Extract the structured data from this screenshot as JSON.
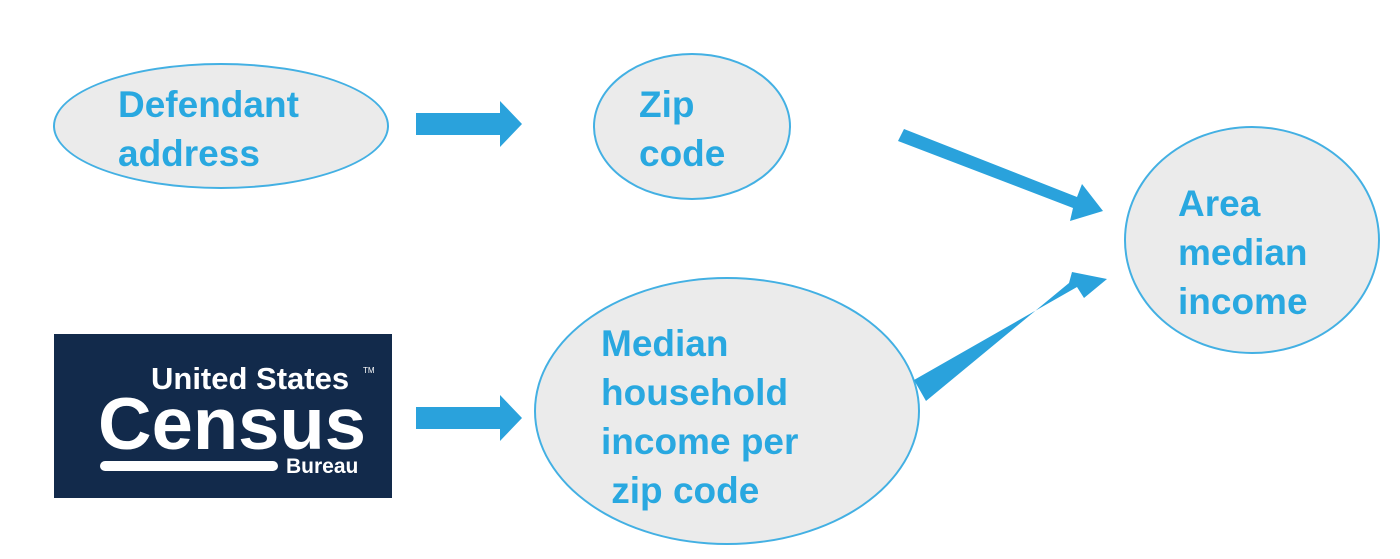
{
  "nodes": {
    "defendant_address": "Defendant\naddress",
    "zip_code": "Zip\ncode",
    "median_household_income": "Median\nhousehold\nincome per\n zip code",
    "area_median_income": "Area\nmedian\nincome"
  },
  "census_logo": {
    "line1": "United States",
    "line2": "Census",
    "line3": "Bureau",
    "tm": "TM"
  },
  "colors": {
    "node_text": "#29a8e0",
    "node_fill": "#ebebeb",
    "node_border": "#43b0e3",
    "arrow": "#2aa2dc",
    "logo_background": "#122a4b"
  }
}
